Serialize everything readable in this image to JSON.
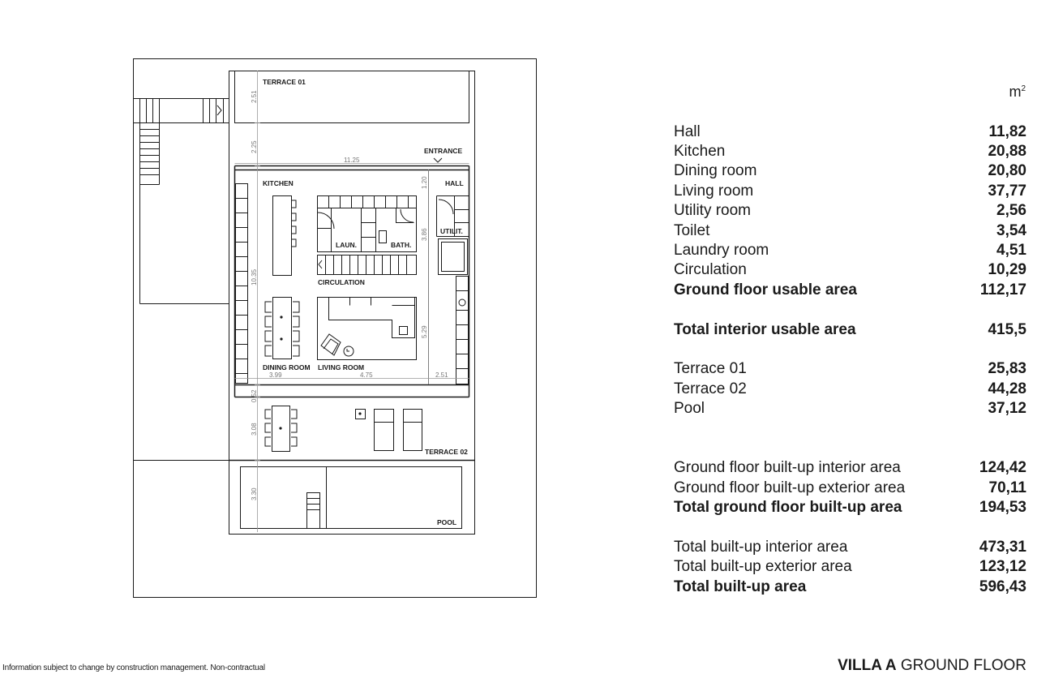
{
  "plan_labels": {
    "terrace01": "TERRACE 01",
    "entrance": "ENTRANCE",
    "kitchen": "KITCHEN",
    "hall": "HALL",
    "laundry": "LAUN.",
    "bath": "BATH.",
    "utility": "UTILIT.",
    "circulation": "CIRCULATION",
    "dining": "DINING ROOM",
    "living": "LIVING ROOM",
    "terrace02": "TERRACE 02",
    "pool": "POOL"
  },
  "dimensions": {
    "d_2_51_top": "2.51",
    "d_2_25": "2.25",
    "d_11_25": "11.25",
    "d_1_20": "1.20",
    "d_3_86": "3.86",
    "d_10_35": "10.35",
    "d_5_29": "5.29",
    "d_3_99": "3.99",
    "d_4_75": "4.75",
    "d_2_51_bottom": "2.51",
    "d_0_52": "0.52",
    "d_3_08": "3.08",
    "d_3_30": "3.30"
  },
  "areas": {
    "unit": "m",
    "unit_exp": "2",
    "rows": [
      {
        "label": "Hall",
        "value": "11,82",
        "bold": false
      },
      {
        "label": "Kitchen",
        "value": "20,88",
        "bold": false
      },
      {
        "label": "Dining room",
        "value": "20,80",
        "bold": false
      },
      {
        "label": "Living room",
        "value": "37,77",
        "bold": false
      },
      {
        "label": "Utility room",
        "value": "2,56",
        "bold": false
      },
      {
        "label": "Toilet",
        "value": "3,54",
        "bold": false
      },
      {
        "label": "Laundry room",
        "value": "4,51",
        "bold": false
      },
      {
        "label": "Circulation",
        "value": "10,29",
        "bold": false
      },
      {
        "label": "Ground floor usable area",
        "value": "112,17",
        "bold": true
      },
      {
        "label": "Total interior usable area",
        "value": "415,5",
        "bold": true
      },
      {
        "label": "Terrace 01",
        "value": "25,83",
        "bold": false
      },
      {
        "label": "Terrace 02",
        "value": "44,28",
        "bold": false
      },
      {
        "label": "Pool",
        "value": "37,12",
        "bold": false
      },
      {
        "label": "Ground floor built-up interior area",
        "value": "124,42",
        "bold": false
      },
      {
        "label": "Ground floor built-up exterior area",
        "value": "70,11",
        "bold": false
      },
      {
        "label": "Total ground floor built-up area",
        "value": "194,53",
        "bold": true
      },
      {
        "label": "Total built-up interior area",
        "value": "473,31",
        "bold": false
      },
      {
        "label": "Total built-up exterior area",
        "value": "123,12",
        "bold": false
      },
      {
        "label": "Total built-up area",
        "value": "596,43",
        "bold": true
      }
    ]
  },
  "footer": {
    "disclaimer": "Information subject to change by construction management. Non-contractual",
    "title_bold": "VILLA A",
    "title_rest": " GROUND FLOOR"
  }
}
